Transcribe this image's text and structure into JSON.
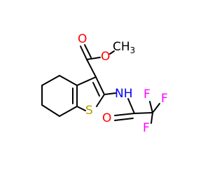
{
  "molecule": {
    "atoms": {
      "o_ester_carbonyl": {
        "symbol": "O",
        "color": "#ff0000"
      },
      "o_ester_single": {
        "symbol": "O",
        "color": "#ff0000"
      },
      "c_methyl": {
        "symbol": "CH",
        "sub": "3",
        "color": "#000000"
      },
      "nitrogen": {
        "symbol": "NH",
        "color": "#0000ff"
      },
      "sulfur": {
        "symbol": "S",
        "color": "#b5a200"
      },
      "o_amide": {
        "symbol": "O",
        "color": "#ff0000"
      },
      "fluorine_1": {
        "symbol": "F",
        "color": "#ff00ff"
      },
      "fluorine_2": {
        "symbol": "F",
        "color": "#ff00ff"
      },
      "fluorine_3": {
        "symbol": "F",
        "color": "#ff00ff"
      }
    }
  }
}
